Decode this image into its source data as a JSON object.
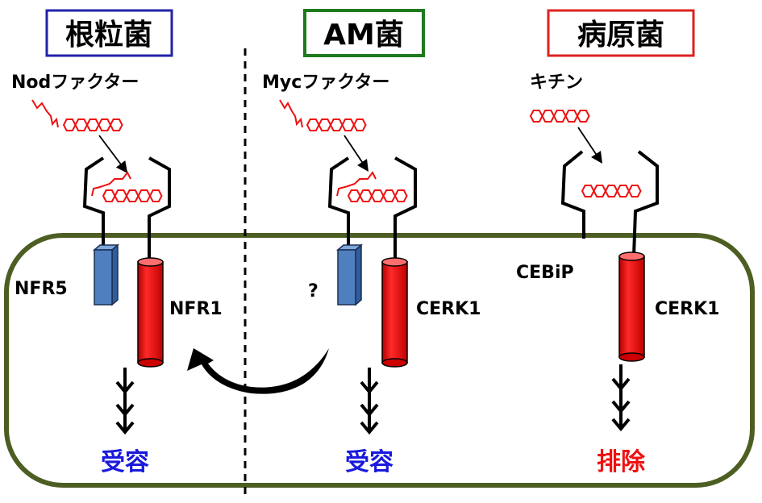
{
  "columns": [
    {
      "id": "rhizobia",
      "title": "根粒菌",
      "box_color": "#2222aa",
      "ligand_label": "Nodファクター",
      "receptor_a": "NFR5",
      "receptor_b": "NFR1",
      "outcome": "受容",
      "outcome_color": "#1a1adc"
    },
    {
      "id": "am",
      "title": "AM菌",
      "box_color": "#1d7a1d",
      "ligand_label": "Mycファクター",
      "receptor_a": "?",
      "receptor_b": "CERK1",
      "outcome": "受容",
      "outcome_color": "#1a1adc"
    },
    {
      "id": "pathogen",
      "title": "病原菌",
      "box_color": "#dd2222",
      "ligand_label": "キチン",
      "receptor_a": "CEBiP",
      "receptor_b": "CERK1",
      "outcome": "排除",
      "outcome_color": "#ee1111"
    }
  ],
  "colors": {
    "cell_membrane": "#4d5e22",
    "ligand": "#ee1111",
    "receptor_red": "#ee1111",
    "receptor_blue": "#4f7fbf",
    "ink": "#000000"
  }
}
